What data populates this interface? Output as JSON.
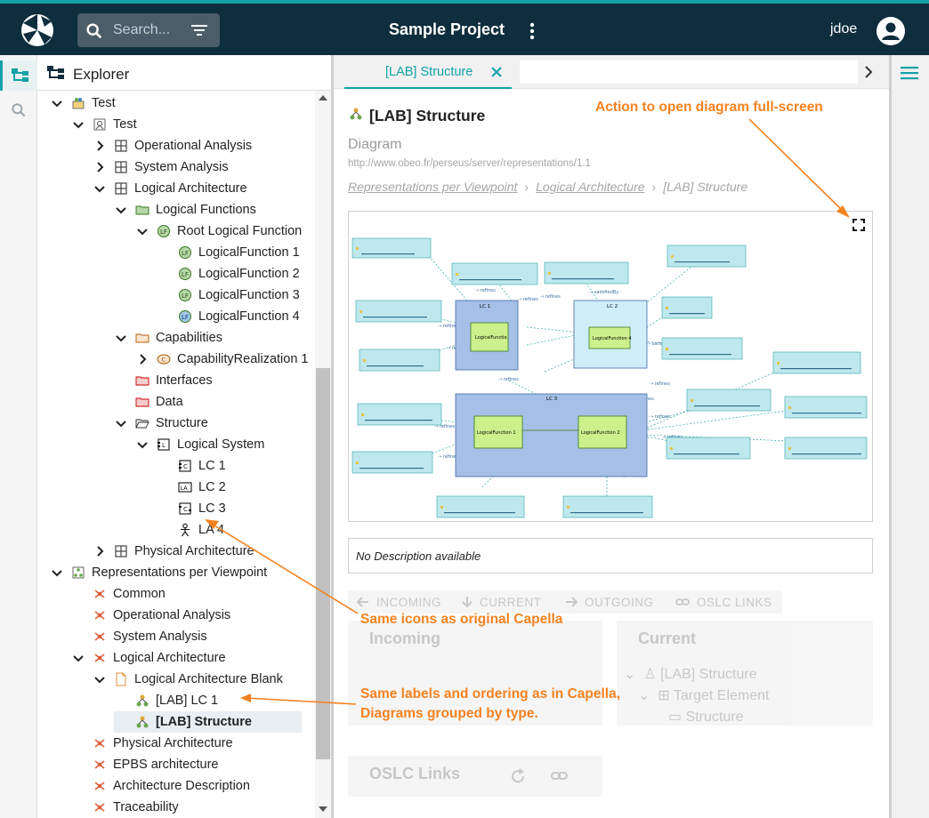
{
  "header": {
    "search_placeholder": "Search...",
    "project_title": "Sample Project",
    "username": "jdoe"
  },
  "explorer": {
    "title": "Explorer",
    "tree": [
      {
        "label": "Test",
        "depth": 0,
        "chevron": "down",
        "icon": "project-icon"
      },
      {
        "label": "Test",
        "depth": 1,
        "chevron": "down",
        "icon": "model-icon"
      },
      {
        "label": "Operational Analysis",
        "depth": 2,
        "chevron": "right",
        "icon": "grid-icon"
      },
      {
        "label": "System Analysis",
        "depth": 2,
        "chevron": "right",
        "icon": "grid-icon"
      },
      {
        "label": "Logical Architecture",
        "depth": 2,
        "chevron": "down",
        "icon": "grid-icon"
      },
      {
        "label": "Logical Functions",
        "depth": 3,
        "chevron": "down",
        "icon": "folder-green-icon"
      },
      {
        "label": "Root Logical Function",
        "depth": 4,
        "chevron": "down",
        "icon": "logical-function-icon"
      },
      {
        "label": "LogicalFunction 1",
        "depth": 5,
        "chevron": "none",
        "icon": "logical-function-icon"
      },
      {
        "label": "LogicalFunction 2",
        "depth": 5,
        "chevron": "none",
        "icon": "logical-function-icon"
      },
      {
        "label": "LogicalFunction 3",
        "depth": 5,
        "chevron": "none",
        "icon": "logical-function-icon"
      },
      {
        "label": "LogicalFunction 4",
        "depth": 5,
        "chevron": "none",
        "icon": "logical-function-blue-icon"
      },
      {
        "label": "Capabilities",
        "depth": 3,
        "chevron": "down",
        "icon": "folder-orange-icon"
      },
      {
        "label": "CapabilityRealization 1",
        "depth": 4,
        "chevron": "right",
        "icon": "capability-icon"
      },
      {
        "label": "Interfaces",
        "depth": 3,
        "chevron": "none",
        "icon": "folder-red-icon"
      },
      {
        "label": "Data",
        "depth": 3,
        "chevron": "none",
        "icon": "folder-red-icon"
      },
      {
        "label": "Structure",
        "depth": 3,
        "chevron": "down",
        "icon": "folder-open-icon"
      },
      {
        "label": "Logical System",
        "depth": 4,
        "chevron": "down",
        "icon": "logical-system-icon"
      },
      {
        "label": "LC 1",
        "depth": 5,
        "chevron": "none",
        "icon": "logical-component-icon"
      },
      {
        "label": "LC 2",
        "depth": 5,
        "chevron": "none",
        "icon": "logical-actor-icon"
      },
      {
        "label": "LC 3",
        "depth": 5,
        "chevron": "none",
        "icon": "logical-component-ports-icon"
      },
      {
        "label": "LA 4",
        "depth": 5,
        "chevron": "none",
        "icon": "actor-person-icon"
      },
      {
        "label": "Physical Architecture",
        "depth": 2,
        "chevron": "right",
        "icon": "grid-icon"
      },
      {
        "label": "Representations per Viewpoint",
        "depth": 0,
        "chevron": "down",
        "icon": "representations-icon"
      },
      {
        "label": "Common",
        "depth": 1,
        "chevron": "none",
        "icon": "viewpoint-icon"
      },
      {
        "label": "Operational Analysis",
        "depth": 1,
        "chevron": "none",
        "icon": "viewpoint-icon"
      },
      {
        "label": "System Analysis",
        "depth": 1,
        "chevron": "none",
        "icon": "viewpoint-icon"
      },
      {
        "label": "Logical Architecture",
        "depth": 1,
        "chevron": "down",
        "icon": "viewpoint-icon"
      },
      {
        "label": "Logical Architecture Blank",
        "depth": 2,
        "chevron": "down",
        "icon": "document-icon"
      },
      {
        "label": "[LAB] LC 1",
        "depth": 3,
        "chevron": "none",
        "icon": "diagram-icon"
      },
      {
        "label": "[LAB] Structure",
        "depth": 3,
        "chevron": "none",
        "icon": "diagram-icon",
        "selected": true
      },
      {
        "label": "Physical Architecture",
        "depth": 1,
        "chevron": "none",
        "icon": "viewpoint-icon"
      },
      {
        "label": "EPBS architecture",
        "depth": 1,
        "chevron": "none",
        "icon": "viewpoint-icon"
      },
      {
        "label": "Architecture Description",
        "depth": 1,
        "chevron": "none",
        "icon": "viewpoint-icon"
      },
      {
        "label": "Traceability",
        "depth": 1,
        "chevron": "none",
        "icon": "viewpoint-icon"
      }
    ]
  },
  "tabs": [
    {
      "label": "[LAB] Structure"
    }
  ],
  "details": {
    "title": "[LAB] Structure",
    "kind": "Diagram",
    "uri": "http://www.obeo.fr/perseus/server/representations/1.1",
    "breadcrumb": [
      "Representations per Viewpoint",
      "Logical Architecture",
      "[LAB] Structure"
    ],
    "description": "No Description available"
  },
  "relations": {
    "buttons": [
      "INCOMING",
      "CURRENT",
      "OUTGOING",
      "OSLC LINKS"
    ],
    "incoming_title": "Incoming",
    "current_title": "Current",
    "current_items": [
      "[LAB] Structure",
      "Target Element",
      "Structure"
    ],
    "oslc_title": "OSLC Links"
  },
  "diagram": {
    "components": [
      "LC 1",
      "LC 2",
      "LC 3"
    ],
    "functions": [
      "LogicalFunction 1",
      "LogicalFunction 2",
      "LogicalFunction 4"
    ]
  },
  "annotations": {
    "fullscreen": "Action to open diagram full-screen",
    "icons": "Same icons as original Capella",
    "labels_line1": "Same labels and ordering as in Capella,",
    "labels_line2": "Diagrams grouped by type."
  },
  "colors": {
    "accent": "#13a1a7",
    "header": "#0e2d3d",
    "annotation": "#f58220"
  }
}
